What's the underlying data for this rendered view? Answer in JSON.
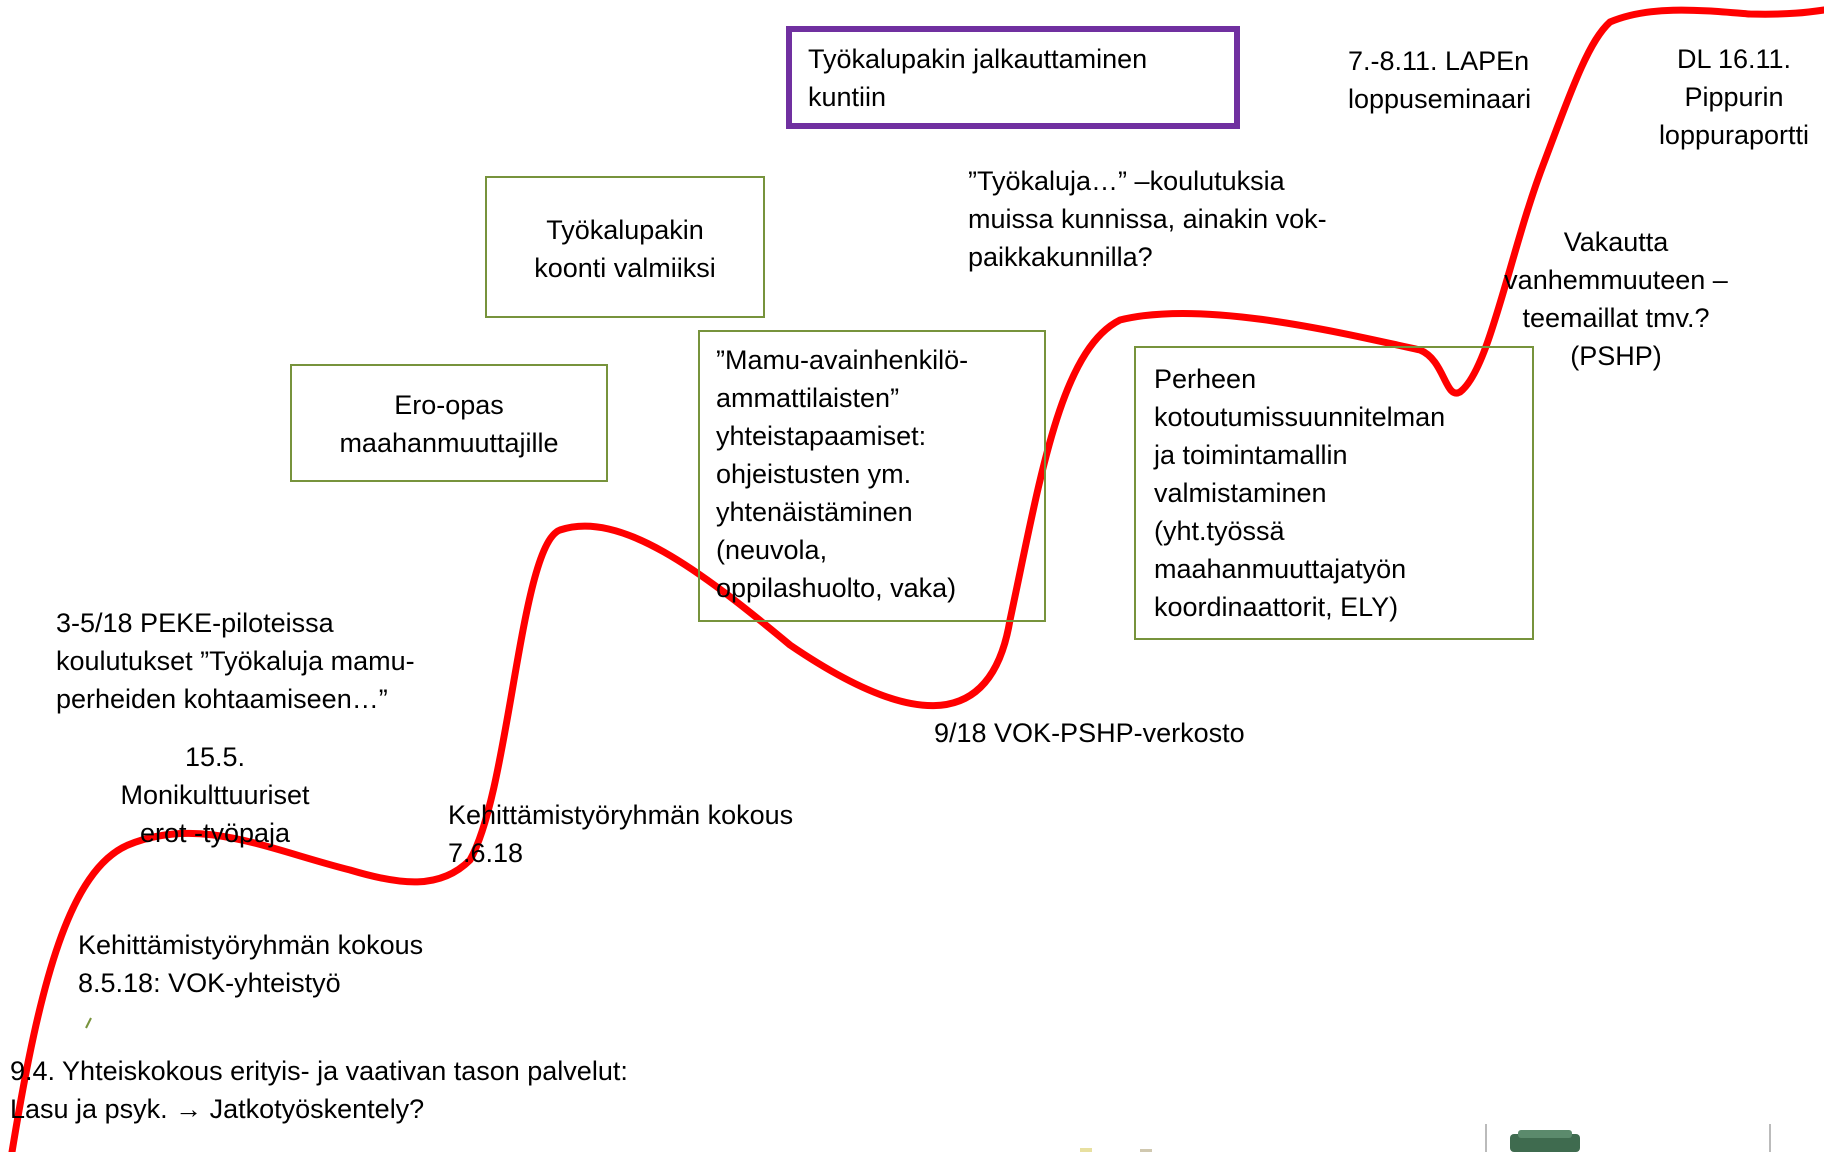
{
  "colors": {
    "curve": "#ff0000",
    "green_box_border": "#77933c",
    "purple_box_border": "#7030a0"
  },
  "boxes": {
    "jalkauttaminen": "Työkalupakin jalkauttaminen\nkuntiin",
    "koonti": "Työkalupakin\nkoonti valmiiksi",
    "ero_opas": "Ero-opas\nmaahanmuuttajille",
    "mamu": "”Mamu-avainhenkilö-\nammattilaisten”\nyhteistapaamiset:\nohjeistusten ym.\nyhtenäistäminen\n(neuvola,\noppilashuolto, vaka)",
    "perheen": "Perheen\nkotoutumissuunnitelman\nja toimintamallin\nvalmistaminen\n(yht.työssä\nmaahanmuuttajatyön\nkoordinaattorit, ELY)"
  },
  "labels": {
    "lapen": "7.-8.11. LAPEn\nloppuseminaari",
    "dl": "DL 16.11.\nPippurin\nloppuraportti",
    "koulutuksia": "”Työkaluja…” –koulutuksia\nmuissa kunnissa, ainakin vok-\npaikkakunnilla?",
    "vakautta": "Vakautta\nvanhemmuuteen –\nteemaillat tmv.?\n(PSHP)",
    "peke": "3-5/18 PEKE-piloteissa\nkoulutukset ”Työkaluja mamu-\nperheiden kohtaamiseen…”",
    "monikulttuuriset": "15.5.\nMonikulttuuriset\nerot -työpaja",
    "vok_pshp": "9/18 VOK-PSHP-verkosto",
    "kokous_jun": "Kehittämistyöryhmän kokous\n7.6.18",
    "kokous_may": "Kehittämistyöryhmän kokous\n8.5.18: VOK-yhteistyö",
    "yhteiskokous": "9.4. Yhteiskokous erityis- ja vaativan tason palvelut:\nLasu ja psyk. → Jatkotyöskentely?"
  }
}
